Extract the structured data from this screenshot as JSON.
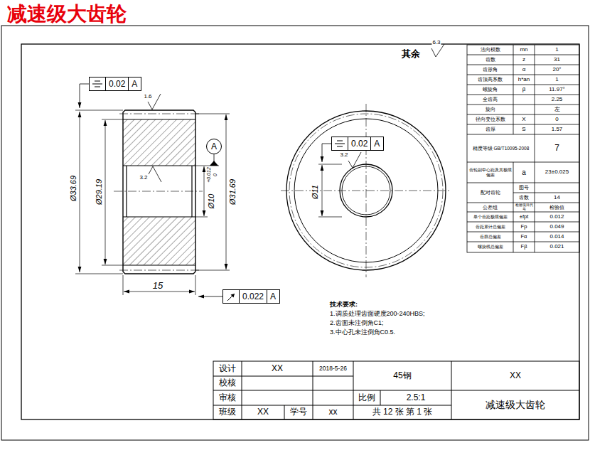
{
  "diagram": {
    "title": "减速级大齿轮",
    "nodes": [
      {
        "text": [
          "0.02",
          "A"
        ]
      },
      {
        "text": [
          "0.02",
          "A"
        ]
      },
      {
        "text": [
          "0.022",
          "A"
        ]
      },
      {
        "text": [
          "A"
        ]
      }
    ],
    "labels": [
      "其余",
      "6.3",
      "1.6",
      "3.2",
      "3.2",
      "Ø33.69",
      "Ø29.19",
      "Ø10",
      "+0.012",
      "0",
      "Ø31.69",
      "15",
      "Ø11",
      "法向模数",
      "mn",
      "1",
      "齿数",
      "z",
      "31",
      "齿形角",
      "α",
      "20°",
      "齿顶高系数",
      "h*an",
      "1",
      "螺旋角",
      "β",
      "11.97°",
      "全齿高",
      "2.25",
      "旋向",
      "左",
      "径向变位系数",
      "X",
      "0",
      "齿厚",
      "S",
      "1.57",
      "精度等级 GB/T10095-2008",
      "7",
      "齿轮副中心距及其极限偏差",
      "a",
      "23±0.025",
      "配对齿轮",
      "图号",
      "齿数",
      "14",
      "公差组",
      "检验项目代号",
      "检验值",
      "单个齿距极限偏差",
      "±fpt",
      "0.012",
      "齿距累计总偏差",
      "Fp",
      "0.049",
      "齿廓总偏差",
      "Fα",
      "0.014",
      "螺旋线总偏差",
      "Fβ",
      "0.021",
      "技术要求:",
      "1.调质处理齿面硬度200-240HBS;",
      "2.齿面未注倒角C1;",
      "3.中心孔未注倒角C0.5.",
      "设计",
      "XX",
      "2018-5-26",
      "45钢",
      "XX",
      "校核",
      "审核",
      "比例",
      "2.5:1",
      "减速级大齿轮",
      "班级",
      "XX",
      "学号",
      "xx",
      "共 12 张 第 1 张"
    ]
  }
}
